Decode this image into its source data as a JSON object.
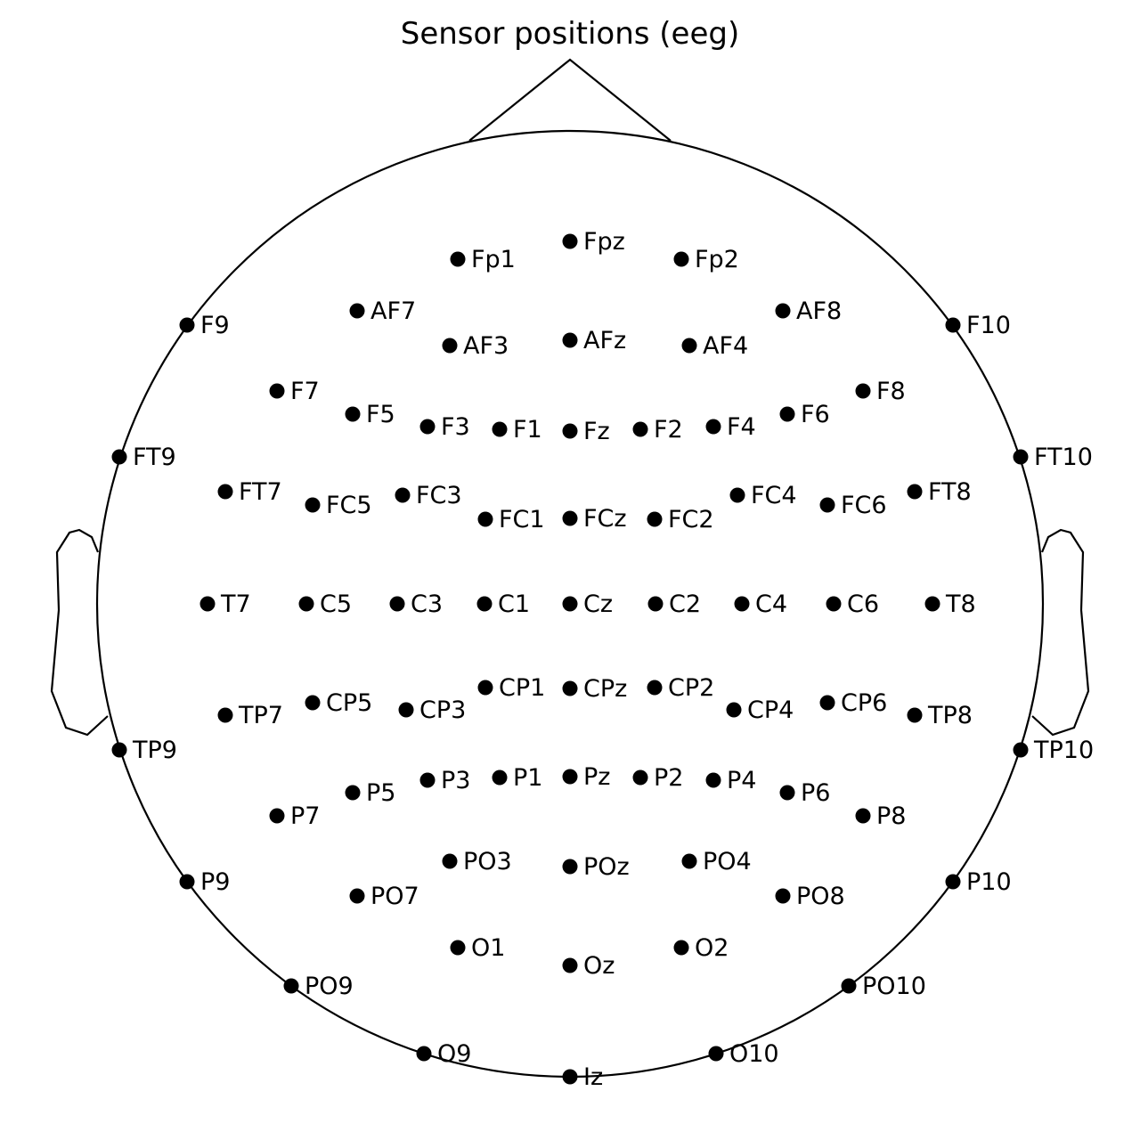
{
  "title": "Sensor positions (eeg)",
  "colors": {
    "outline": "#000000",
    "sensor": "#000000",
    "background": "#ffffff"
  },
  "sensors": [
    "Fpz",
    "Fp1",
    "Fp2",
    "AF7",
    "AF3",
    "AFz",
    "AF4",
    "AF8",
    "F9",
    "F7",
    "F5",
    "F3",
    "F1",
    "Fz",
    "F2",
    "F4",
    "F6",
    "F8",
    "F10",
    "FT9",
    "FT7",
    "FC5",
    "FC3",
    "FC1",
    "FCz",
    "FC2",
    "FC4",
    "FC6",
    "FT8",
    "FT10",
    "T7",
    "C5",
    "C3",
    "C1",
    "Cz",
    "C2",
    "C4",
    "C6",
    "T8",
    "TP9",
    "TP7",
    "CP5",
    "CP3",
    "CP1",
    "CPz",
    "CP2",
    "CP4",
    "CP6",
    "TP8",
    "TP10",
    "P9",
    "P7",
    "P5",
    "P3",
    "P1",
    "Pz",
    "P2",
    "P4",
    "P6",
    "P8",
    "P10",
    "PO9",
    "PO7",
    "PO3",
    "POz",
    "PO4",
    "PO8",
    "PO10",
    "O9",
    "O1",
    "Oz",
    "O2",
    "O10",
    "Iz"
  ]
}
